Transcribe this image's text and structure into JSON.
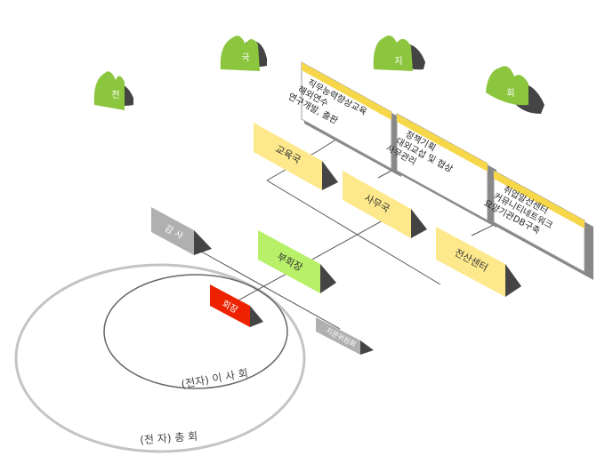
{
  "mountains": [
    {
      "char": "전"
    },
    {
      "char": "국"
    },
    {
      "char": "지"
    },
    {
      "char": "회"
    }
  ],
  "colors": {
    "mountain": "#8cc63f",
    "mountain_shadow": "#4a4a4a",
    "yellow_box": "#fde98c",
    "yellow_bar": "#f7d74a",
    "green_box": "#b8f06a",
    "red_box": "#ee2200",
    "gray_box": "#b0b0b0",
    "line": "#555555",
    "ellipse": "#bbbbbb"
  },
  "nodes": {
    "audit": "감 사",
    "vice_president": "부회장",
    "president": "회장",
    "advisory": "지문위원회",
    "education": "교육국",
    "secretariat": "사무국",
    "computing": "전산센터"
  },
  "panels": {
    "education": [
      "직무능력향상교육",
      "해외연수",
      "연구개발, 출판"
    ],
    "secretariat": [
      "정책기획",
      "대외교섭 및 협상",
      "사무관리"
    ],
    "computing": [
      "취업알선센터",
      "커뮤니티네트워크",
      "요양기관DB구축"
    ]
  },
  "ellipses": {
    "board": "(전자) 이 사 회",
    "general": "(전 자) 총 회"
  }
}
